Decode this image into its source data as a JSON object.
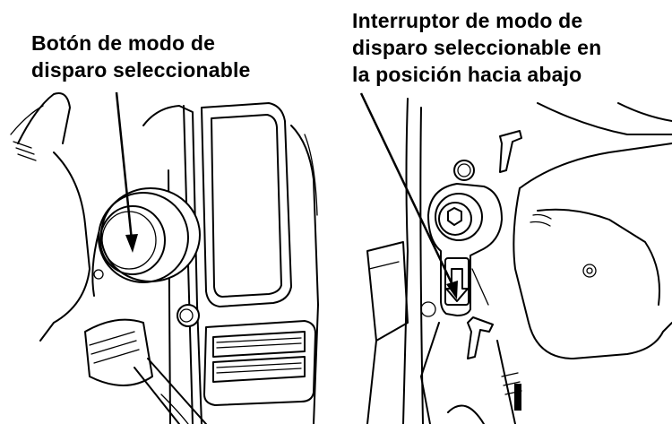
{
  "labels": {
    "left": {
      "line1": "Botón de modo de",
      "line2": "disparo seleccionable"
    },
    "right": {
      "line1": "Interruptor de modo de",
      "line2": "disparo seleccionable en",
      "line3": "la posición hacia abajo"
    }
  },
  "colors": {
    "line": "#000000",
    "background": "#ffffff"
  }
}
